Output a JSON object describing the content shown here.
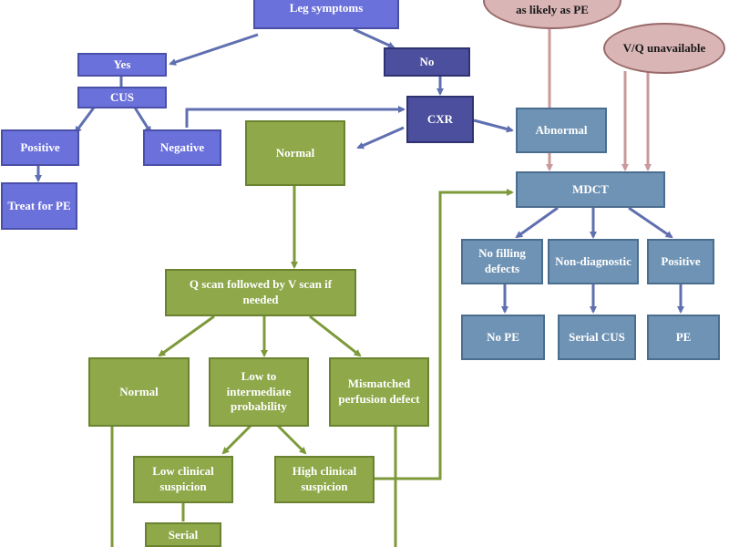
{
  "nodes": {
    "leg_symptoms": "Leg symptoms",
    "yes": "Yes",
    "no": "No",
    "cus": "CUS",
    "positive_left": "Positive",
    "negative": "Negative",
    "treat_for_pe": "Treat for PE",
    "cxr": "CXR",
    "abnormal": "Abnormal",
    "normal_top": "Normal",
    "mdct": "MDCT",
    "no_filling_defects": "No filling defects",
    "non_diagnostic": "Non-diagnostic",
    "positive_right": "Positive",
    "no_pe": "No PE",
    "serial_cus_right": "Serial CUS",
    "pe": "PE",
    "q_scan": "Q scan followed by V scan if needed",
    "normal_vq": "Normal",
    "low_to_intermediate": "Low to intermediate probability",
    "mismatched": "Mismatched perfusion defect",
    "low_clinical": "Low clinical suspicion",
    "high_clinical": "High clinical suspicion",
    "serial_bottom": "Serial"
  },
  "ovals": {
    "as_likely": "as likely as PE",
    "vq_unavailable": "V/Q unavailable"
  },
  "colors": {
    "blue_node": "#6b71db",
    "navy_node": "#4b4f9e",
    "steel_node": "#6f93b5",
    "green_node": "#8ea84a",
    "oval_fill": "#d9b5b5",
    "blue_arrow": "#5f6fb0",
    "green_arrow": "#7d9a3a",
    "pink_arrow": "#c99a9a"
  }
}
